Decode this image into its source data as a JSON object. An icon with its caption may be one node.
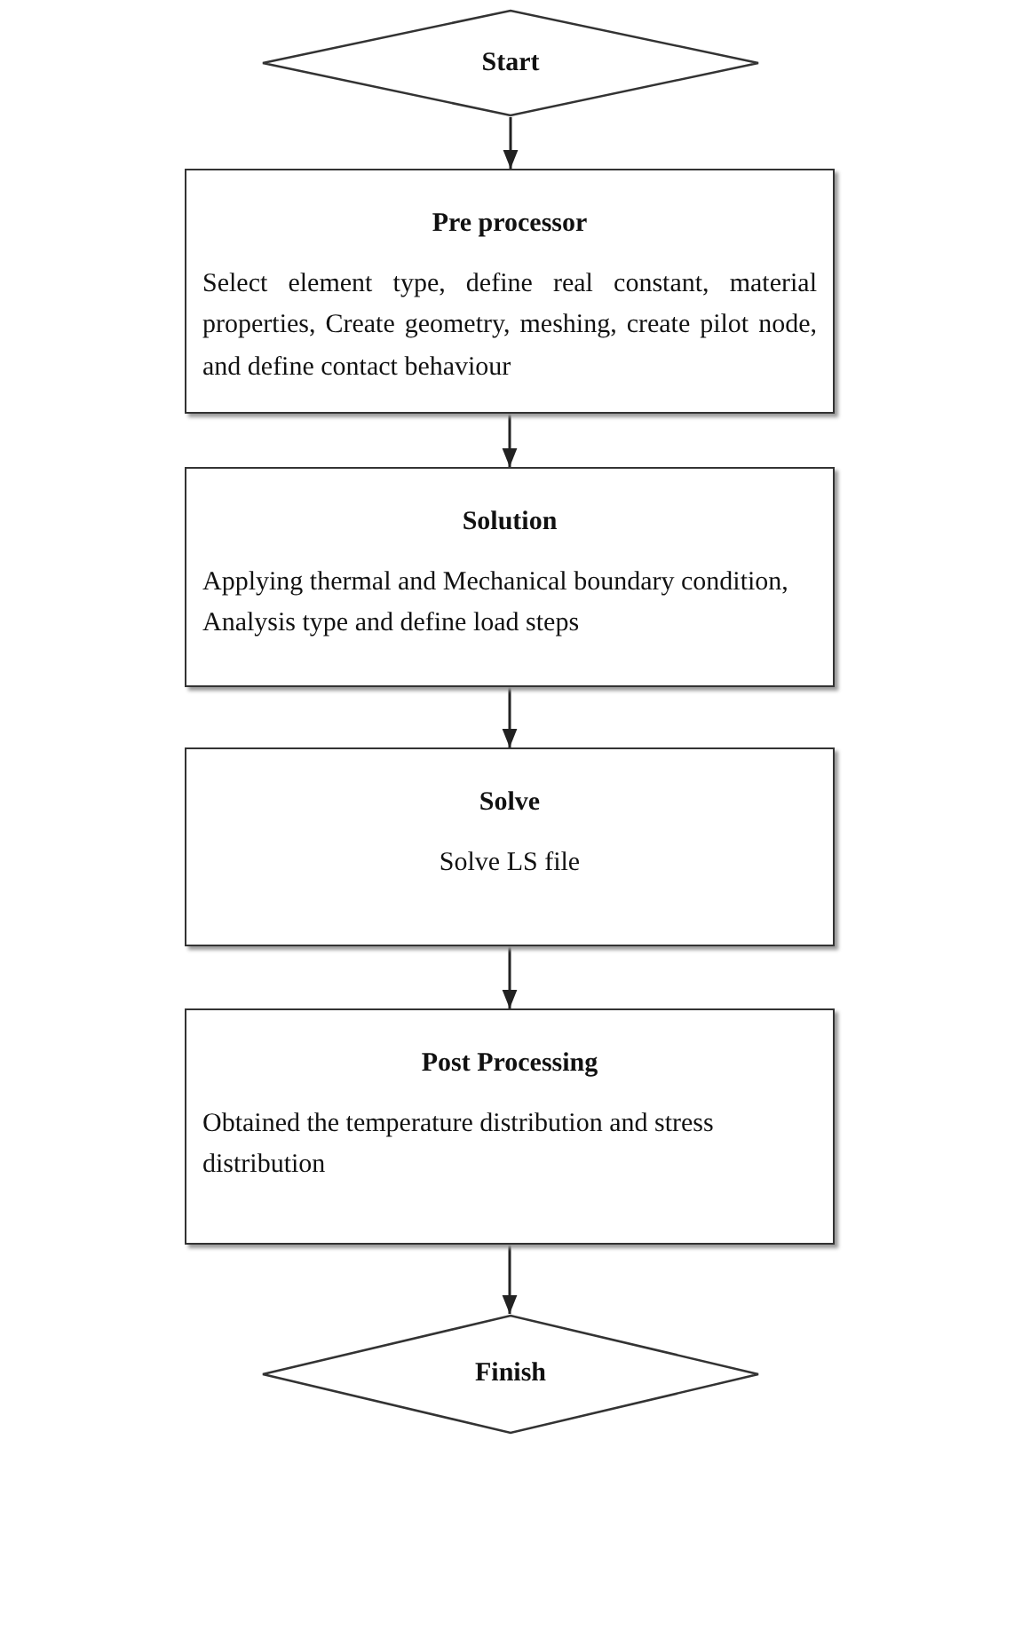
{
  "diagram": {
    "nodes": [
      {
        "text": [
          "Start"
        ]
      },
      {
        "text": [
          "Pre processor",
          "Select element type, define real constant, material properties, Create geometry, meshing, create pilot node, and define contact behaviour"
        ]
      },
      {
        "text": [
          "Solution",
          "Applying thermal and Mechanical boundary condition, Analysis type and define load steps"
        ]
      },
      {
        "text": [
          "Solve",
          "Solve LS file"
        ]
      },
      {
        "text": [
          "Post Processing",
          "Obtained the temperature distribution and stress distribution"
        ]
      },
      {
        "text": [
          "Finish"
        ]
      }
    ],
    "edges": [
      {
        "from": 0,
        "to": 1,
        "arrow": "to"
      },
      {
        "from": 1,
        "to": 2,
        "arrow": "to"
      },
      {
        "from": 2,
        "to": 3,
        "arrow": "to"
      },
      {
        "from": 3,
        "to": 4,
        "arrow": "to"
      },
      {
        "from": 4,
        "to": 5,
        "arrow": "to"
      }
    ]
  }
}
